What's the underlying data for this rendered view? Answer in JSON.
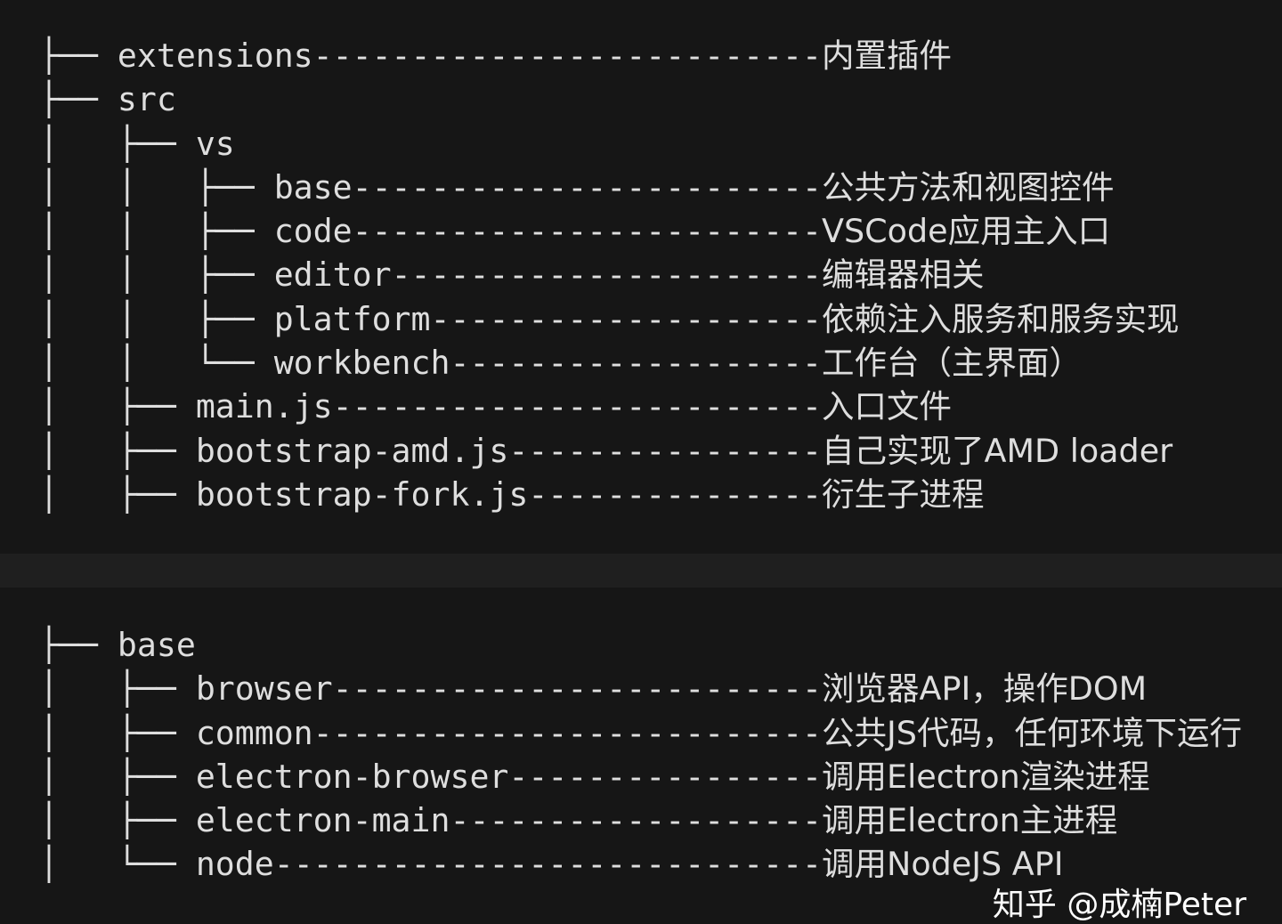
{
  "blocks": [
    {
      "lines": [
        {
          "prefix": "├── ",
          "name": "extensions",
          "desc": "内置插件"
        },
        {
          "prefix": "├── ",
          "name": "src",
          "desc": ""
        },
        {
          "prefix": "│   ├── ",
          "name": "vs",
          "desc": ""
        },
        {
          "prefix": "│   │   ├── ",
          "name": "base",
          "desc": "公共方法和视图控件"
        },
        {
          "prefix": "│   │   ├── ",
          "name": "code",
          "desc": "VSCode应用主入口"
        },
        {
          "prefix": "│   │   ├── ",
          "name": "editor",
          "desc": "编辑器相关"
        },
        {
          "prefix": "│   │   ├── ",
          "name": "platform",
          "desc": "依赖注入服务和服务实现"
        },
        {
          "prefix": "│   │   └── ",
          "name": "workbench",
          "desc": "工作台（主界面）"
        },
        {
          "prefix": "│   ├── ",
          "name": "main.js",
          "desc": "入口文件"
        },
        {
          "prefix": "│   ├── ",
          "name": "bootstrap-amd.js",
          "desc": "自己实现了AMD loader"
        },
        {
          "prefix": "│   ├── ",
          "name": "bootstrap-fork.js",
          "desc": "衍生子进程"
        }
      ]
    },
    {
      "lines": [
        {
          "prefix": "├── ",
          "name": "base",
          "desc": ""
        },
        {
          "prefix": "│   ├── ",
          "name": "browser",
          "desc": "浏览器API，操作DOM"
        },
        {
          "prefix": "│   ├── ",
          "name": "common",
          "desc": "公共JS代码，任何环境下运行"
        },
        {
          "prefix": "│   ├── ",
          "name": "electron-browser",
          "desc": "调用Electron渲染进程"
        },
        {
          "prefix": "│   ├── ",
          "name": "electron-main",
          "desc": "调用Electron主进程"
        },
        {
          "prefix": "│   └── ",
          "name": "node",
          "desc": "调用NodeJS API"
        }
      ]
    }
  ],
  "watermark": "知乎 @成楠Peter"
}
